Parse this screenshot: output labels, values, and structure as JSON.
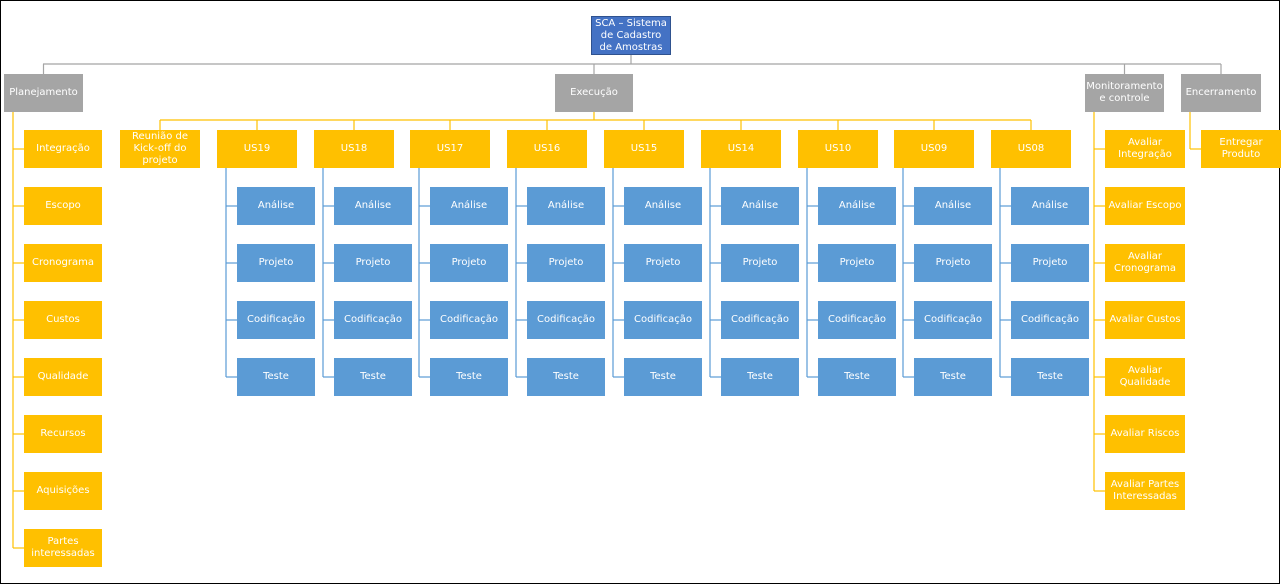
{
  "colors": {
    "root": "#4472c4",
    "phase": "#a5a5a5",
    "item": "#ffc000",
    "task": "#5b9bd5",
    "line_root": "#a5a5a5",
    "line_item": "#ffc000",
    "line_task": "#5b9bd5"
  },
  "root": "SCA – Sistema de Cadastro de Amostras",
  "phases": [
    {
      "label": "Planejamento",
      "items": [
        "Integração",
        "Escopo",
        "Cronograma",
        "Custos",
        "Qualidade",
        "Recursos",
        "Aquisições",
        "Partes interessadas"
      ]
    },
    {
      "label": "Execução",
      "items": [
        "Reunião de Kick-off do projeto",
        "US19",
        "US18",
        "US17",
        "US16",
        "US15",
        "US14",
        "US10",
        "US09",
        "US08"
      ],
      "story_tasks": [
        "Análise",
        "Projeto",
        "Codificação",
        "Teste"
      ]
    },
    {
      "label": "Monitoramento e controle",
      "items": [
        "Avaliar Integração",
        "Avaliar Escopo",
        "Avaliar Cronograma",
        "Avaliar Custos",
        "Avaliar Qualidade",
        "Avaliar Riscos",
        "Avaliar Partes Interessadas"
      ]
    },
    {
      "label": "Encerramento",
      "items": [
        "Entregar Produto"
      ]
    }
  ]
}
